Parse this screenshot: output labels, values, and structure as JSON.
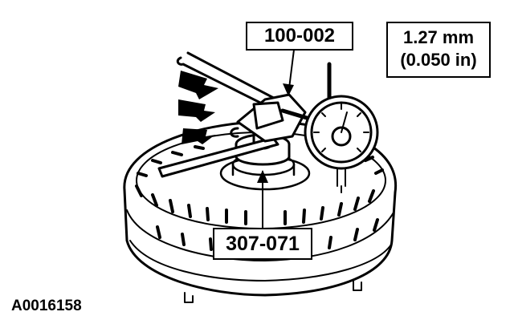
{
  "callouts": {
    "dial_indicator_tool": "100-002",
    "holding_fixture_tool": "307-071"
  },
  "specification": {
    "metric": "1.27 mm",
    "imperial": "(0.050 in)"
  },
  "figure_id": "A0016158",
  "colors": {
    "ink": "#000000",
    "paper": "#ffffff"
  }
}
